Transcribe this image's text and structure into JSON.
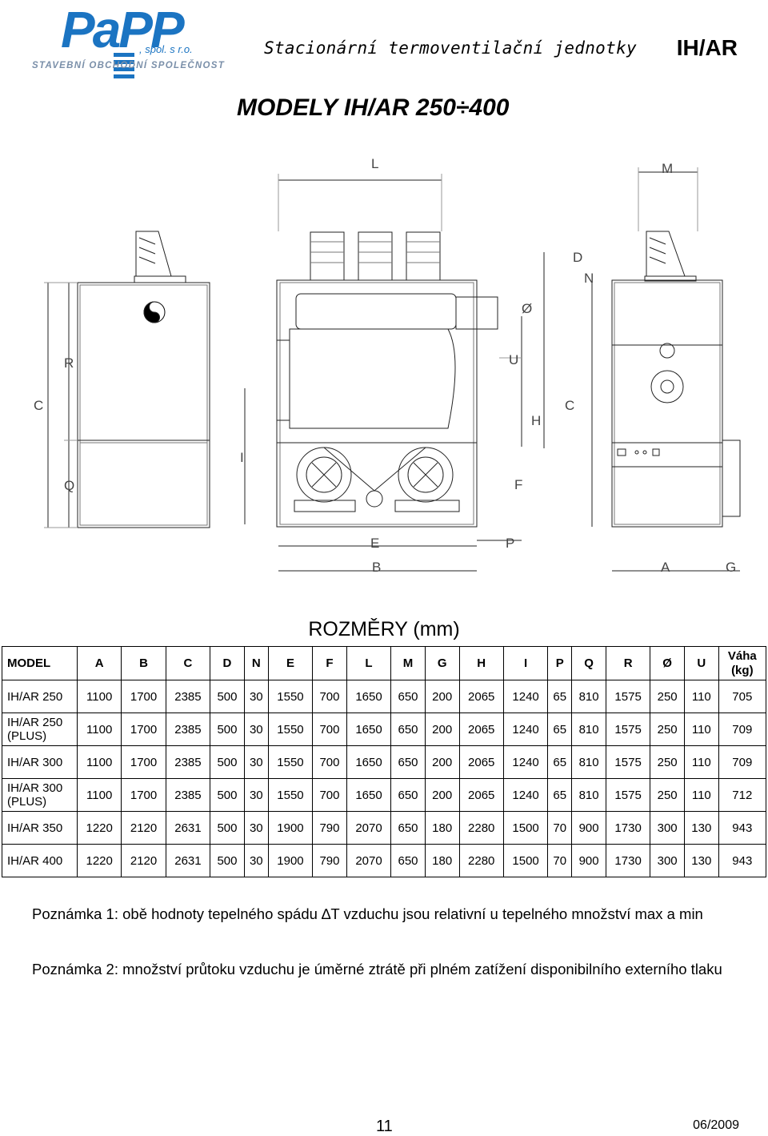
{
  "logo": {
    "name": "PaPP",
    "suffix": ", spol. s r.o.",
    "tagline": "STAVEBNÍ OBCHODNÍ SPOLEČNOST",
    "brand_color": "#1b74c2"
  },
  "header": {
    "subtitle": "Stacionární termoventilační  jednotky",
    "model": "IH/AR"
  },
  "page_title": "MODELY IH/AR 250÷400",
  "drawing": {
    "labels": {
      "L": "L",
      "M": "M",
      "D": "D",
      "N": "N",
      "O": "Ø",
      "U": "U",
      "H": "H",
      "C1": "C",
      "C2": "C",
      "R": "R",
      "Q": "Q",
      "I": "I",
      "F": "F",
      "E": "E",
      "P": "P",
      "B": "B",
      "A": "A",
      "G": "G"
    }
  },
  "table": {
    "title": "ROZMĚRY (mm)",
    "headers": [
      "MODEL",
      "A",
      "B",
      "C",
      "D",
      "N",
      "E",
      "F",
      "L",
      "M",
      "G",
      "H",
      "I",
      "P",
      "Q",
      "R",
      "Ø",
      "U"
    ],
    "weight_header": [
      "Váha",
      "(kg)"
    ],
    "rows": [
      {
        "model": [
          "IH/AR 250"
        ],
        "values": [
          "1100",
          "1700",
          "2385",
          "500",
          "30",
          "1550",
          "700",
          "1650",
          "650",
          "200",
          "2065",
          "1240",
          "65",
          "810",
          "1575",
          "250",
          "110",
          "705"
        ]
      },
      {
        "model": [
          "IH/AR 250",
          "(PLUS)"
        ],
        "values": [
          "1100",
          "1700",
          "2385",
          "500",
          "30",
          "1550",
          "700",
          "1650",
          "650",
          "200",
          "2065",
          "1240",
          "65",
          "810",
          "1575",
          "250",
          "110",
          "709"
        ]
      },
      {
        "model": [
          "IH/AR 300"
        ],
        "values": [
          "1100",
          "1700",
          "2385",
          "500",
          "30",
          "1550",
          "700",
          "1650",
          "650",
          "200",
          "2065",
          "1240",
          "65",
          "810",
          "1575",
          "250",
          "110",
          "709"
        ]
      },
      {
        "model": [
          "IH/AR 300",
          "(PLUS)"
        ],
        "values": [
          "1100",
          "1700",
          "2385",
          "500",
          "30",
          "1550",
          "700",
          "1650",
          "650",
          "200",
          "2065",
          "1240",
          "65",
          "810",
          "1575",
          "250",
          "110",
          "712"
        ]
      },
      {
        "model": [
          "IH/AR 350"
        ],
        "values": [
          "1220",
          "2120",
          "2631",
          "500",
          "30",
          "1900",
          "790",
          "2070",
          "650",
          "180",
          "2280",
          "1500",
          "70",
          "900",
          "1730",
          "300",
          "130",
          "943"
        ]
      },
      {
        "model": [
          "IH/AR 400"
        ],
        "values": [
          "1220",
          "2120",
          "2631",
          "500",
          "30",
          "1900",
          "790",
          "2070",
          "650",
          "180",
          "2280",
          "1500",
          "70",
          "900",
          "1730",
          "300",
          "130",
          "943"
        ]
      }
    ]
  },
  "notes": {
    "note1": "Poznámka 1: obě hodnoty tepelného spádu ∆T vzduchu jsou relativní u tepelného množství max a min",
    "note2": "Poznámka 2: množství průtoku vzduchu je úměrné ztrátě při plném zatížení disponibilního externího tlaku"
  },
  "footer": {
    "page_number": "11",
    "date": "06/2009"
  }
}
